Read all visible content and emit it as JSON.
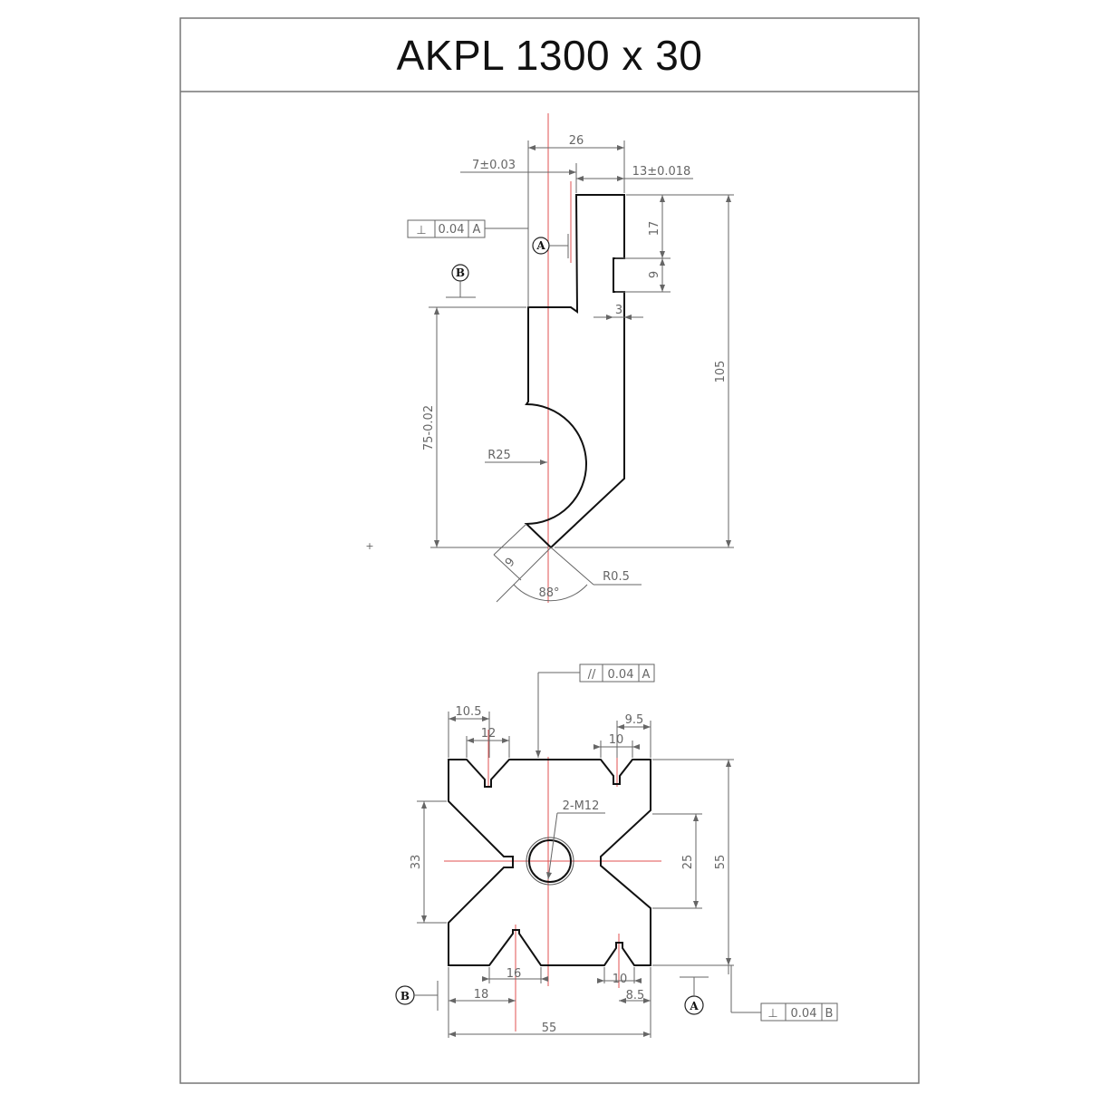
{
  "title": "AKPL 1300 x 30",
  "top_view": {
    "dims": {
      "width": "26",
      "offset_left": "7±0.03",
      "offset_right": "13±0.018",
      "notch_top": "17",
      "notch_height": "9",
      "notch_depth": "3",
      "total_height": "105",
      "lower_height": "75-0.02",
      "radius": "R25",
      "tip_flat": "9",
      "tip_radius": "R0.5",
      "angle": "88°"
    },
    "tolerance_perp": {
      "symbol": "⊥",
      "value": "0.04",
      "datum": "A"
    },
    "datum_a": "A",
    "datum_b": "B"
  },
  "bottom_view": {
    "dims": {
      "top_left_offset": "10.5",
      "top_left_v": "12",
      "top_right_offset": "9.5",
      "top_right_v": "10",
      "hole": "2-M12",
      "left_height": "33",
      "right_inner": "25",
      "right_total": "55",
      "bottom_v_left": "16",
      "bottom_left_offset": "18",
      "bottom_v_right": "10",
      "bottom_right_offset": "8.5",
      "bottom_width": "55"
    },
    "tolerance_parallel": {
      "symbol": "//",
      "value": "0.04",
      "datum": "A"
    },
    "tolerance_perp": {
      "symbol": "⊥",
      "value": "0.04",
      "datum": "B"
    },
    "datum_a": "A",
    "datum_b": "B"
  }
}
